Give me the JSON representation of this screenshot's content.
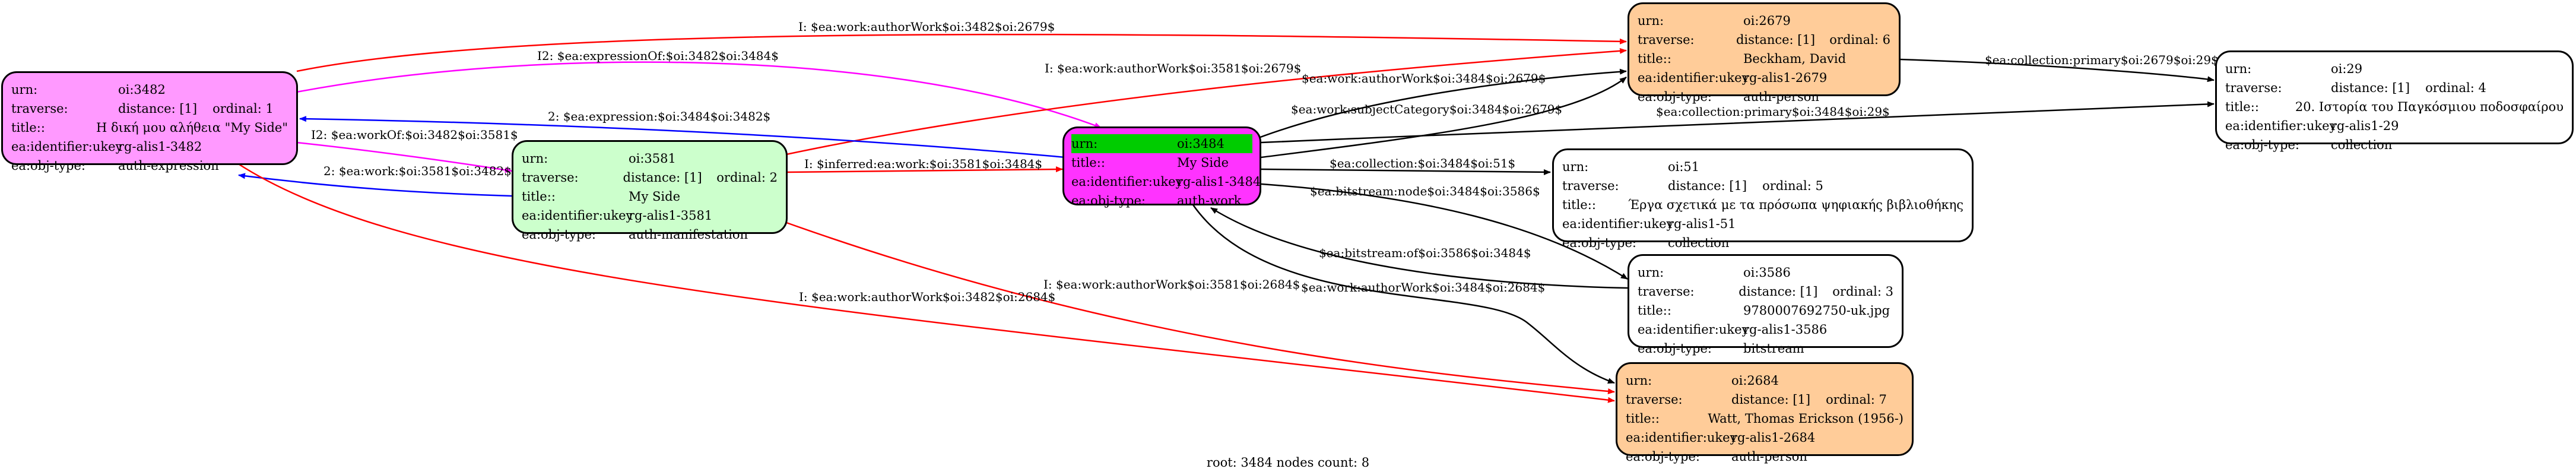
{
  "footer": "root: 3484 nodes count: 8",
  "colors": {
    "red": "#ff0000",
    "blue": "#0000ff",
    "magenta": "#ff00ff",
    "black": "#000000",
    "pink": "#ff99ff",
    "green": "#ccffcc",
    "orange": "#ffcc99",
    "white": "#ffffff",
    "root": "#ff33ff"
  },
  "nodes": {
    "n3482": {
      "urn_k": "urn:",
      "urn_v": "oi:3482",
      "trav_k": "traverse:",
      "trav_d": "distance: [1]",
      "trav_o": "ordinal: 1",
      "title_k": "title::",
      "title_v": "Η δική μου αλήθεια \"My Side\"",
      "id_k": "ea:identifier:ukey",
      "id_v": "rg-alis1-3482",
      "type_k": "ea:obj-type:",
      "type_v": "auth-expression"
    },
    "n3581": {
      "urn_k": "urn:",
      "urn_v": "oi:3581",
      "trav_k": "traverse:",
      "trav_d": "distance: [1]",
      "trav_o": "ordinal: 2",
      "title_k": "title::",
      "title_v": "My Side",
      "id_k": "ea:identifier:ukey",
      "id_v": "rg-alis1-3581",
      "type_k": "ea:obj-type:",
      "type_v": "auth-manifestation"
    },
    "n3484": {
      "urn_k": "urn:",
      "urn_v": "oi:3484",
      "title_k": "title::",
      "title_v": "My Side",
      "id_k": "ea:identifier:ukey",
      "id_v": "rg-alis1-3484",
      "type_k": "ea:obj-type:",
      "type_v": "auth-work"
    },
    "n2679": {
      "urn_k": "urn:",
      "urn_v": "oi:2679",
      "trav_k": "traverse:",
      "trav_d": "distance: [1]",
      "trav_o": "ordinal: 6",
      "title_k": "title::",
      "title_v": "Beckham, David",
      "id_k": "ea:identifier:ukey",
      "id_v": "rg-alis1-2679",
      "type_k": "ea:obj-type:",
      "type_v": "auth-person"
    },
    "n29": {
      "urn_k": "urn:",
      "urn_v": "oi:29",
      "trav_k": "traverse:",
      "trav_d": "distance: [1]",
      "trav_o": "ordinal: 4",
      "title_k": "title::",
      "title_v": "20. Ιστορία του Παγκόσμιου ποδοσφαίρου",
      "id_k": "ea:identifier:ukey",
      "id_v": "rg-alis1-29",
      "type_k": "ea:obj-type:",
      "type_v": "collection"
    },
    "n51": {
      "urn_k": "urn:",
      "urn_v": "oi:51",
      "trav_k": "traverse:",
      "trav_d": "distance: [1]",
      "trav_o": "ordinal: 5",
      "title_k": "title::",
      "title_v": "Έργα σχετικά με τα πρόσωπα ψηφιακής βιβλιοθήκης",
      "id_k": "ea:identifier:ukey",
      "id_v": "rg-alis1-51",
      "type_k": "ea:obj-type:",
      "type_v": "collection"
    },
    "n3586": {
      "urn_k": "urn:",
      "urn_v": "oi:3586",
      "trav_k": "traverse:",
      "trav_d": "distance: [1]",
      "trav_o": "ordinal: 3",
      "title_k": "title::",
      "title_v": "9780007692750-uk.jpg",
      "id_k": "ea:identifier:ukey",
      "id_v": "rg-alis1-3586",
      "type_k": "ea:obj-type:",
      "type_v": "bitstream"
    },
    "n2684": {
      "urn_k": "urn:",
      "urn_v": "oi:2684",
      "trav_k": "traverse:",
      "trav_d": "distance: [1]",
      "trav_o": "ordinal: 7",
      "title_k": "title::",
      "title_v": "Watt, Thomas Erickson (1956-)",
      "id_k": "ea:identifier:ukey",
      "id_v": "rg-alis1-2684",
      "type_k": "ea:obj-type:",
      "type_v": "auth-person"
    }
  },
  "edges": {
    "e1": "I: $ea:work:authorWork$oi:3482$oi:2679$",
    "e2": "I2: $ea:expressionOf:$oi:3482$oi:3484$",
    "e3": "I: $ea:work:authorWork$oi:3581$oi:2679$",
    "e4": "2: $ea:expression:$oi:3484$oi:3482$",
    "e5": "I2: $ea:workOf:$oi:3482$oi:3581$",
    "e6": "2: $ea:work:$oi:3581$oi:3482$",
    "e7": "I: $inferred:ea:work:$oi:3581$oi:3484$",
    "e8": "$ea:work:authorWork$oi:3484$oi:2679$",
    "e9": "$ea:work:subjectCategory$oi:3484$oi:2679$",
    "e10": "$ea:collection:primary$oi:2679$oi:29$",
    "e11": "$ea:collection:primary$oi:3484$oi:29$",
    "e12": "$ea:collection:$oi:3484$oi:51$",
    "e13": "$ea:bitstream:node$oi:3484$oi:3586$",
    "e14": "$ea:bitstream:of$oi:3586$oi:3484$",
    "e15": "$ea:work:authorWork$oi:3484$oi:2684$",
    "e16": "I: $ea:work:authorWork$oi:3581$oi:2684$",
    "e17": "I: $ea:work:authorWork$oi:3482$oi:2684$"
  }
}
